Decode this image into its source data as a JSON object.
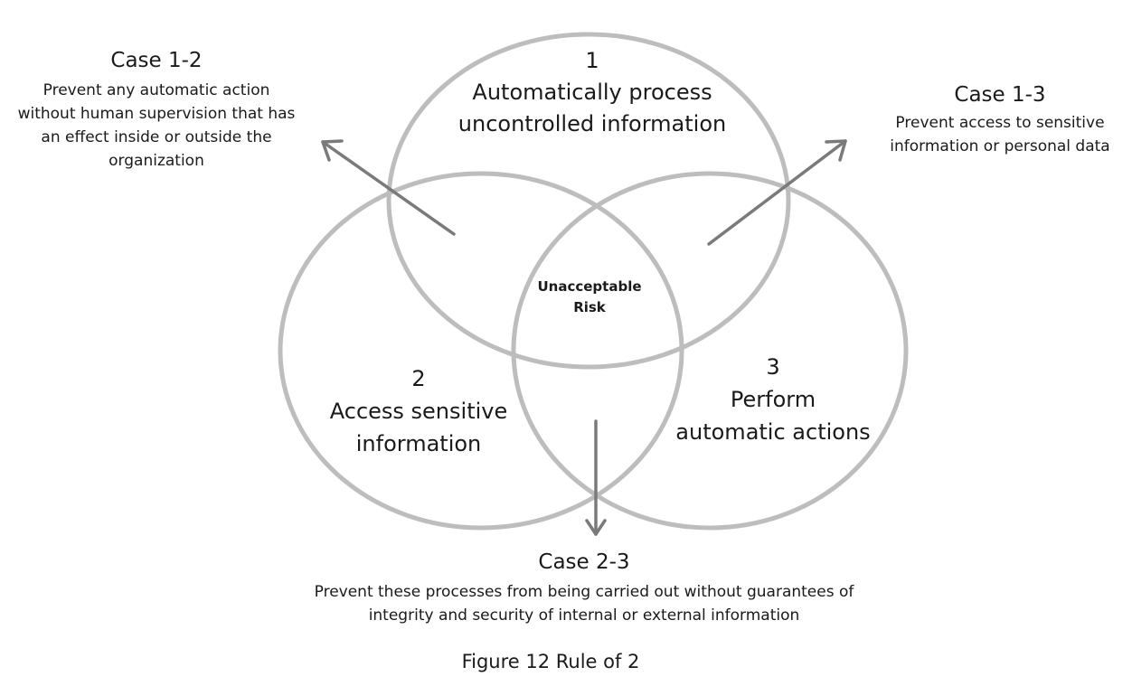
{
  "circles": {
    "top": {
      "number": "1",
      "lines": [
        "Automatically process",
        "uncontrolled information"
      ]
    },
    "left": {
      "number": "2",
      "lines": [
        "Access sensitive",
        "information"
      ]
    },
    "right": {
      "number": "3",
      "lines": [
        "Perform",
        "automatic actions"
      ]
    }
  },
  "center": {
    "lines": [
      "Unacceptable",
      "Risk"
    ]
  },
  "cases": {
    "case_1_2": {
      "title": "Case 1-2",
      "lines": [
        "Prevent any automatic action",
        "without human supervision that has",
        "an effect inside or outside the",
        "organization"
      ]
    },
    "case_1_3": {
      "title": "Case 1-3",
      "lines": [
        "Prevent access to sensitive",
        "information or personal data"
      ]
    },
    "case_2_3": {
      "title": "Case 2-3",
      "lines": [
        "Prevent these processes from being carried out without guarantees of",
        "integrity and security of internal or external information"
      ]
    }
  },
  "caption": "Figure 12 Rule of 2",
  "colors": {
    "circle_stroke": "#bdbdbd",
    "arrow": "#7a7a7a",
    "text": "#1a1a1a"
  }
}
